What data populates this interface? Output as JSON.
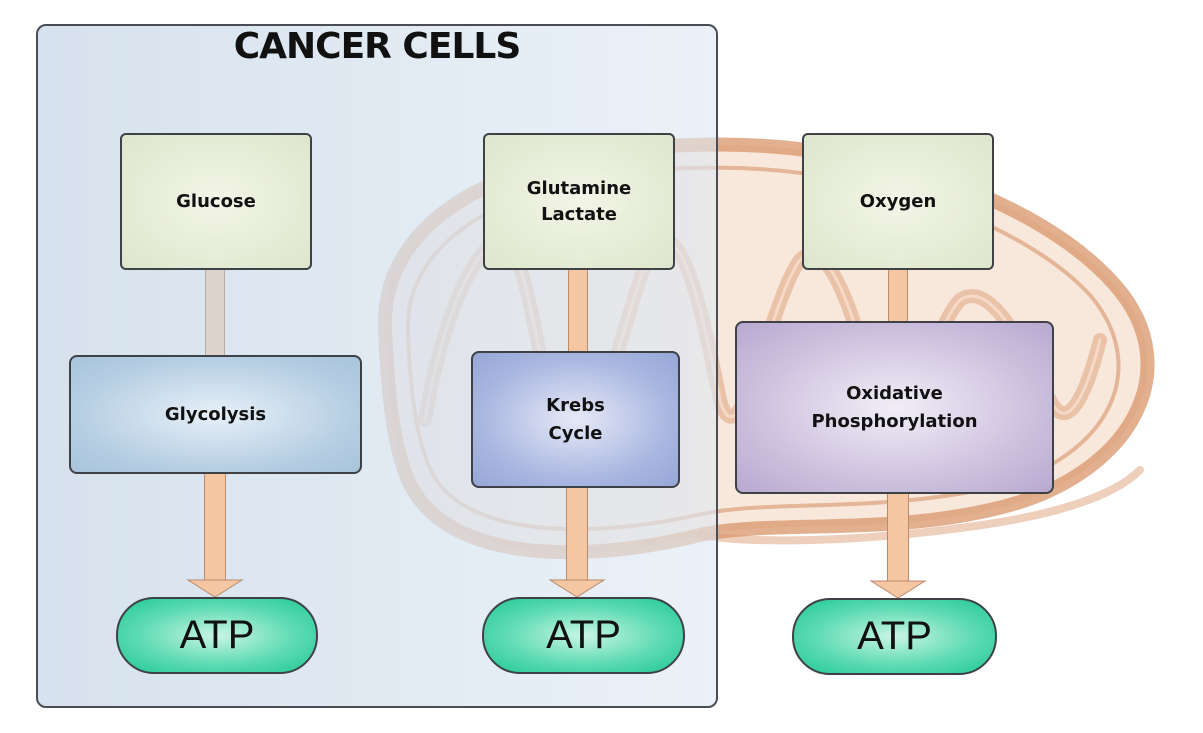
{
  "diagram": {
    "panel_title": "CANCER CELLS",
    "columns": [
      {
        "input": "Glucose",
        "process": "Glycolysis",
        "output": "ATP"
      },
      {
        "input": "Glutamine\nLactate",
        "process": "Krebs\nCycle",
        "output": "ATP"
      },
      {
        "input": "Oxygen",
        "process": "Oxidative\nPhosphorylation",
        "output": "ATP"
      }
    ],
    "background_image": "mitochondrion-illustration",
    "colors": {
      "panel_fill": "#d6e2ee",
      "input_fill": "#e4ebd6",
      "glycolysis_fill": "#b4cde2",
      "krebs_fill": "#a9b6e0",
      "oxphos_fill": "#cbbfdd",
      "atp_fill": "#3fd3a2",
      "arrow_fill": "#f5c6a2",
      "mitochondrion_stroke": "#d9956a"
    }
  }
}
